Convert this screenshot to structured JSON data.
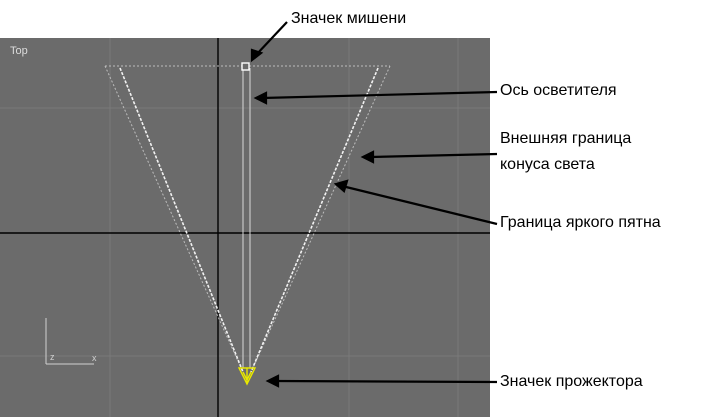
{
  "viewport": {
    "label": "Top",
    "background": "#6b6b6b",
    "grid_color": "#7a7a7a",
    "axis_color": "#000000",
    "cone_color": "#f2f2f2"
  },
  "callouts": {
    "target_icon": "Значек мишени",
    "light_axis": "Ось осветителя",
    "outer_cone_line1": "Внешняя граница",
    "outer_cone_line2": "конуса света",
    "hotspot": "Граница яркого пятна",
    "spotlight_icon": "Значек прожектора"
  },
  "gizmo": {
    "x_label": "x",
    "z_label": "z"
  },
  "colors": {
    "spotlight_icon": "#e8e800",
    "arrow": "#000000"
  }
}
